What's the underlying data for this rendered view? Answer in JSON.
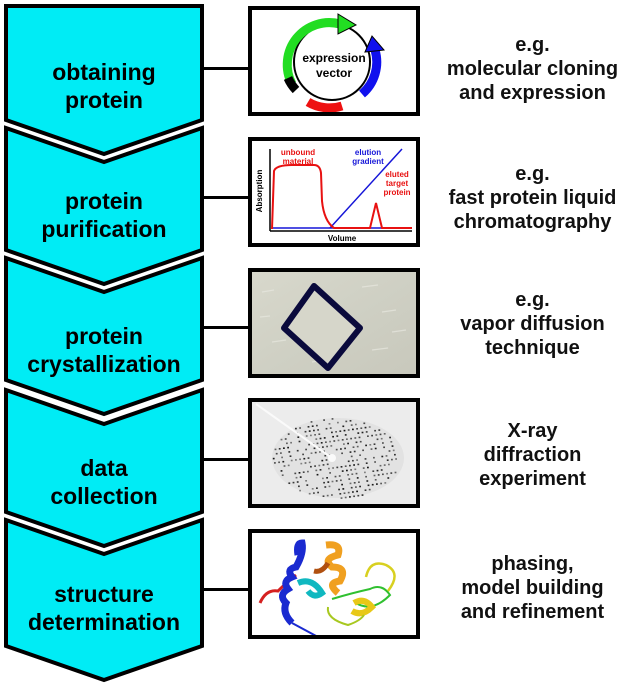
{
  "colors": {
    "chevron_fill": "#00ecf5",
    "outline": "#000000",
    "vector_green": "#22dd22",
    "vector_blue": "#1010ee",
    "vector_red": "#ee1111",
    "chrom_red": "#e81111",
    "chrom_blue": "#1515d8"
  },
  "steps": [
    {
      "label_line1": "obtaining",
      "label_line2": "protein",
      "description": [
        "e.g.",
        "molecular cloning",
        "and expression"
      ],
      "illustration": "expression-vector-plasmid"
    },
    {
      "label_line1": "protein",
      "label_line2": "purification",
      "description": [
        "e.g.",
        "fast protein liquid",
        "chromatography"
      ],
      "illustration": "chromatogram"
    },
    {
      "label_line1": "protein",
      "label_line2": "crystallization",
      "description": [
        "e.g.",
        "vapor diffusion",
        "technique"
      ],
      "illustration": "protein-crystal-photo"
    },
    {
      "label_line1": "data",
      "label_line2": "collection",
      "description": [
        "X-ray",
        "diffraction",
        "experiment"
      ],
      "illustration": "diffraction-pattern"
    },
    {
      "label_line1": "structure",
      "label_line2": "determination",
      "description": [
        "phasing,",
        "model building",
        "and refinement"
      ],
      "illustration": "protein-ribbon-model"
    }
  ],
  "vector_panel": {
    "label_line1": "expression",
    "label_line2": "vector"
  },
  "chromatogram": {
    "ylabel": "Absorption",
    "xlabel": "Volume",
    "unbound_line1": "unbound",
    "unbound_line2": "material",
    "gradient_line1": "elution",
    "gradient_line2": "gradient",
    "eluted_line1": "eluted",
    "eluted_line2": "target",
    "eluted_line3": "protein"
  }
}
